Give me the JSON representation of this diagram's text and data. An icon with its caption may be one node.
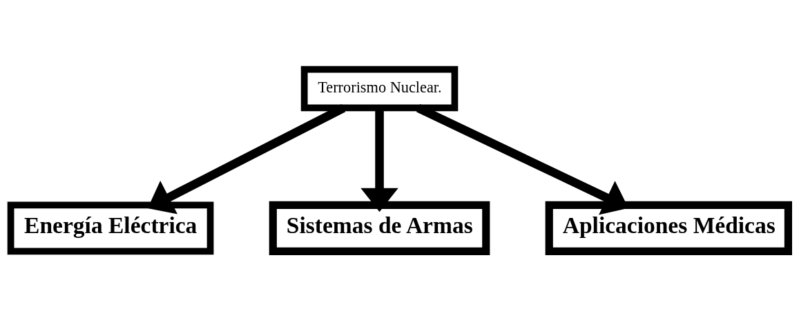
{
  "diagram": {
    "nodes": [
      {
        "text": [
          "Terrorismo Nuclear."
        ]
      },
      {
        "text": [
          "Energía Eléctrica"
        ]
      },
      {
        "text": [
          "Sistemas de Armas"
        ]
      },
      {
        "text": [
          "Aplicaciones Médicas"
        ]
      }
    ],
    "edges": [
      {
        "from": 0,
        "to": 1,
        "arrow": "to"
      },
      {
        "from": 0,
        "to": 2,
        "arrow": "to"
      },
      {
        "from": 0,
        "to": 3,
        "arrow": "to"
      }
    ]
  }
}
